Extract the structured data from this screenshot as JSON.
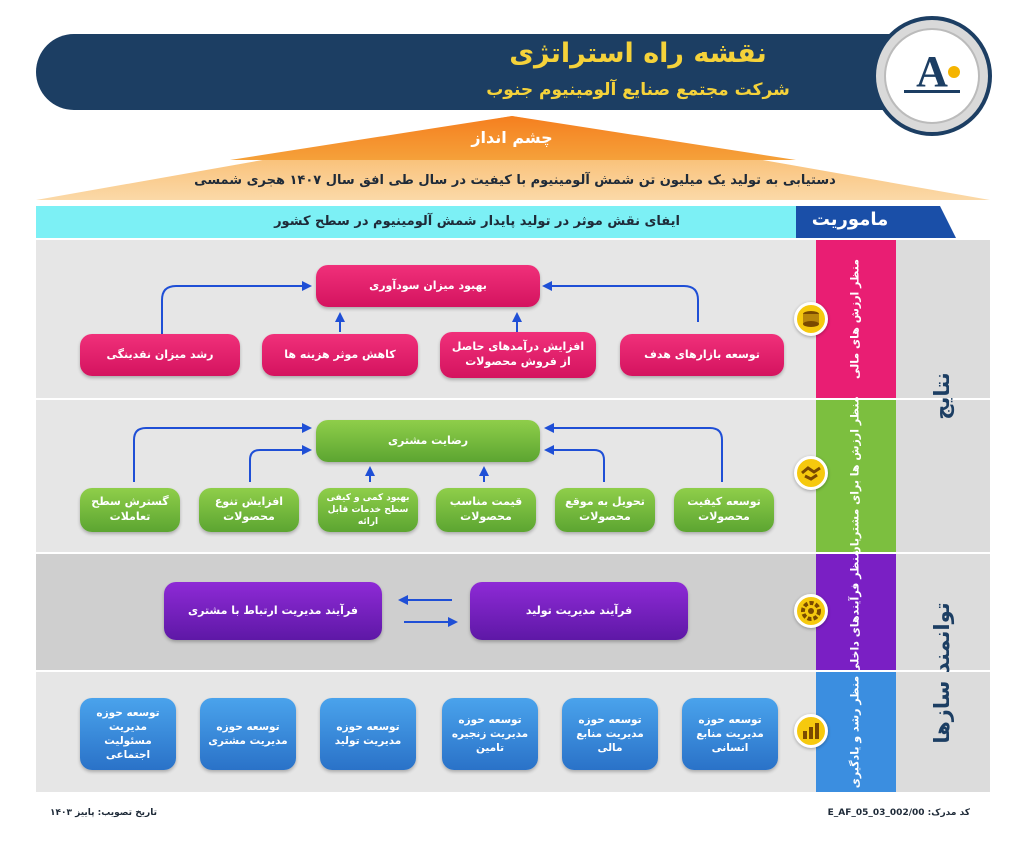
{
  "header": {
    "title": "نقشه راه استراتژی",
    "subtitle": "شرکت مجتمع صنایع آلومینیوم جنوب"
  },
  "vision": {
    "label": "چشم انداز",
    "text": "دستیابی به تولید یک میلیون تن شمش آلومینیوم با کیفیت در سال طی افق سال ۱۴۰۷ هجری شمسی"
  },
  "mission": {
    "label": "ماموریت",
    "text": "ایفای نقش موثر در تولید پایدار شمش آلومینیوم در سطح کشور"
  },
  "groups": {
    "results": "نتایج",
    "capabilities": "توانمند سازها"
  },
  "perspectives": {
    "financial": {
      "label": "منظر ارزش های مالی",
      "icon": "coins-icon"
    },
    "customer": {
      "label": "منظر ارزش ها برای مشتریان",
      "icon": "handshake-icon"
    },
    "internal": {
      "label": "منظر فرآیندهای داخلی",
      "icon": "gear-icon"
    },
    "growth": {
      "label": "منظر رشد و یادگیری",
      "icon": "chart-icon"
    }
  },
  "financial": {
    "top": "بهبود میزان سودآوری",
    "items": [
      "توسعه بازارهای هدف",
      "افزایش درآمدهای حاصل از فروش محصولات",
      "کاهش موثر هزینه ها",
      "رشد میزان نقدینگی"
    ]
  },
  "customer": {
    "top": "رضایت مشتری",
    "items": [
      "توسعه کیفیت محصولات",
      "تحویل به موقع محصولات",
      "قیمت مناسب محصولات",
      "بهبود کمی و کیفی سطح خدمات قابل ارائه",
      "افزایش تنوع محصولات",
      "گسترش سطح تعاملات"
    ]
  },
  "internal": {
    "items": [
      "فرآیند مدیریت تولید",
      "فرآیند مدیریت ارتباط با مشتری"
    ]
  },
  "growth": {
    "items": [
      "توسعه حوزه مدیریت منابع انسانی",
      "توسعه حوزه مدیریت منابع مالی",
      "توسعه حوزه مدیریت زنجیره تامین",
      "توسعه حوزه مدیریت تولید",
      "توسعه حوزه مدیریت مشتری",
      "توسعه حوزه مدیریت مسئولیت اجتماعی"
    ]
  },
  "footer": {
    "code": "کد مدرک: E_AF_05_03_002/00",
    "date": "تاریخ تصویب: پاییز ۱۴۰۳"
  },
  "colors": {
    "navy": "#1c3e63",
    "orange": "#f7941d",
    "cyan": "#7cf0f5",
    "pink": "#e91e73",
    "green": "#7cbf3f",
    "purple": "#7a1fc4",
    "blue": "#3b8ee0",
    "gold": "#f5d23a"
  }
}
